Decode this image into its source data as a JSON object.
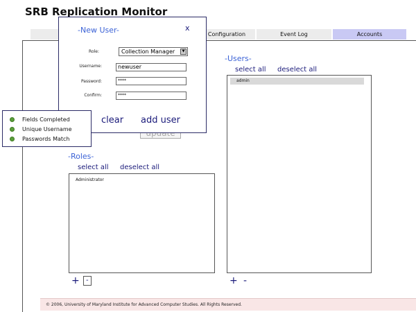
{
  "app": {
    "title": "SRB Replication Monitor"
  },
  "tabs": [
    {
      "label": "Configuration"
    },
    {
      "label": "Event Log"
    },
    {
      "label": "Accounts"
    }
  ],
  "users": {
    "title": "-Users-",
    "select_all": "select all",
    "deselect_all": "deselect all",
    "items": [
      {
        "label": "admin"
      }
    ],
    "add": "+",
    "remove": "-"
  },
  "roles": {
    "title": "-Roles-",
    "select_all": "select all",
    "deselect_all": "deselect all",
    "items": [
      {
        "label": "Administrator"
      }
    ],
    "add": "+",
    "remove": "-"
  },
  "update_button": {
    "label": "update"
  },
  "dialog": {
    "title": "-New User-",
    "close": "x",
    "role_label": "Role:",
    "role_value": "Collection Manager",
    "username_label": "Username:",
    "username_value": "newuser",
    "password_label": "Password:",
    "password_value": "****",
    "confirm_label": "Confirm:",
    "confirm_value": "****",
    "clear": "clear",
    "add_user": "add user"
  },
  "validation": [
    {
      "label": "Fields Completed",
      "status_color": "#5a9e3a"
    },
    {
      "label": "Unique Username",
      "status_color": "#5a9e3a"
    },
    {
      "label": "Passwords Match",
      "status_color": "#5a9e3a"
    }
  ],
  "footer": {
    "text": "© 2006, University of Maryland Institute for Advanced Computer Studies. All Rights Reserved."
  }
}
